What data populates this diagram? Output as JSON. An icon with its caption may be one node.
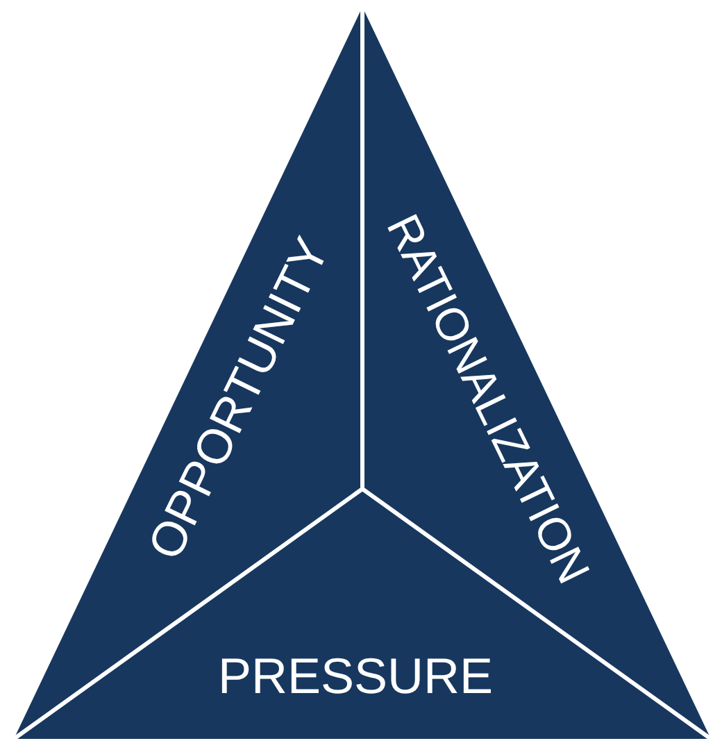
{
  "diagram": {
    "nodes": [
      {
        "text": [
          "OPPORTUNITY"
        ]
      },
      {
        "text": [
          "RATIONALIZATION"
        ]
      },
      {
        "text": [
          "PRESSURE"
        ]
      }
    ]
  }
}
